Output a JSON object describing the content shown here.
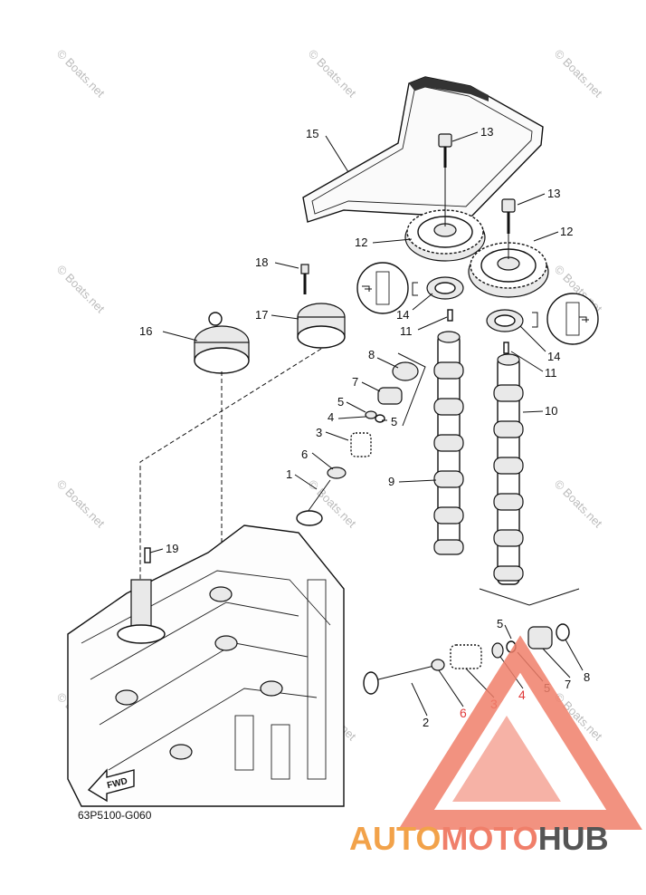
{
  "diagram_code": "63P5100-G060",
  "fwd_label": "FWD",
  "watermark_text": "© Boats.net",
  "brand": {
    "part1": "AUTO",
    "part2": "MOTO",
    "part3": "HUB"
  },
  "callouts": [
    {
      "id": "15",
      "text": "15"
    },
    {
      "id": "13a",
      "text": "13"
    },
    {
      "id": "13b",
      "text": "13"
    },
    {
      "id": "12a",
      "text": "12"
    },
    {
      "id": "12b",
      "text": "12"
    },
    {
      "id": "18",
      "text": "18"
    },
    {
      "id": "17",
      "text": "17"
    },
    {
      "id": "16",
      "text": "16"
    },
    {
      "id": "14a",
      "text": "14"
    },
    {
      "id": "14b",
      "text": "14"
    },
    {
      "id": "11a",
      "text": "11"
    },
    {
      "id": "11b",
      "text": "11"
    },
    {
      "id": "10",
      "text": "10"
    },
    {
      "id": "9",
      "text": "9"
    },
    {
      "id": "8a",
      "text": "8"
    },
    {
      "id": "7a",
      "text": "7"
    },
    {
      "id": "5a",
      "text": "5"
    },
    {
      "id": "5b",
      "text": "5"
    },
    {
      "id": "4a",
      "text": "4"
    },
    {
      "id": "3a",
      "text": "3"
    },
    {
      "id": "6a",
      "text": "6"
    },
    {
      "id": "1",
      "text": "1"
    },
    {
      "id": "19",
      "text": "19"
    },
    {
      "id": "5c",
      "text": "5"
    },
    {
      "id": "5d",
      "text": "5"
    },
    {
      "id": "7b",
      "text": "7"
    },
    {
      "id": "8b",
      "text": "8"
    },
    {
      "id": "2",
      "text": "2"
    },
    {
      "id": "6b",
      "text": "6"
    },
    {
      "id": "3b",
      "text": "3"
    },
    {
      "id": "4b",
      "text": "4"
    }
  ],
  "colors": {
    "accent_red": "#e03a3a",
    "brand_orange": "#f2a24a",
    "brand_salmon": "#f07f6a",
    "brand_grey": "#555555"
  }
}
